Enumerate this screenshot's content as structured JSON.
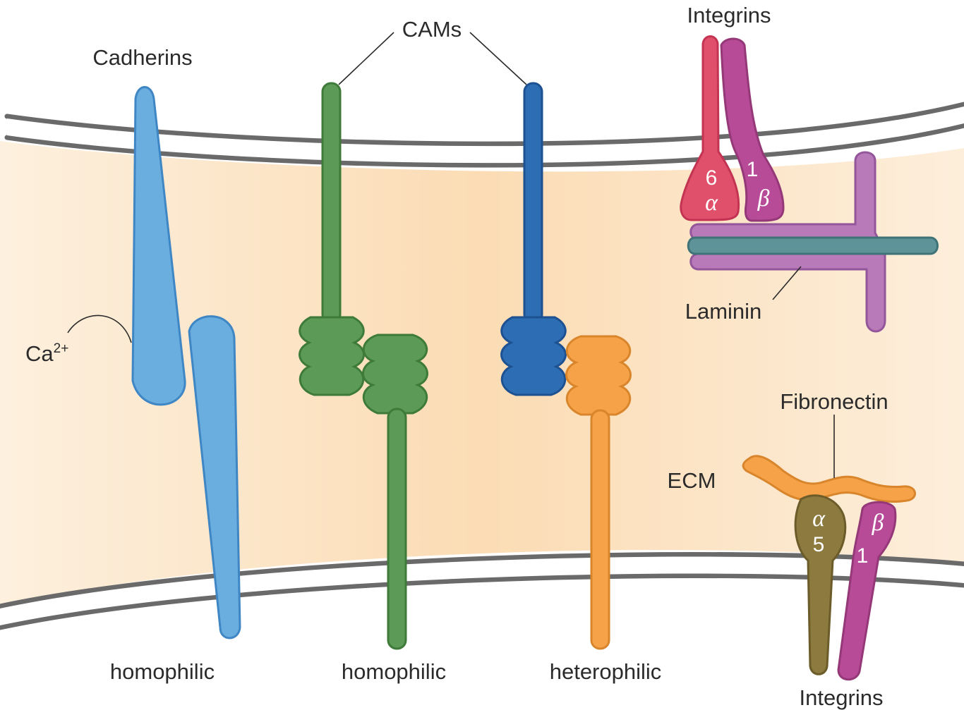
{
  "labels": {
    "cadherins": "Cadherins",
    "cams": "CAMs",
    "integrins_top": "Integrins",
    "integrins_bottom": "Integrins",
    "calcium": "Ca",
    "calcium_charge": "2+",
    "laminin": "Laminin",
    "fibronectin": "Fibronectin",
    "ecm": "ECM",
    "homophilic_1": "homophilic",
    "homophilic_2": "homophilic",
    "heterophilic": "heterophilic"
  },
  "integrin_top": {
    "alpha_number": "6",
    "alpha_symbol": "α",
    "beta_number": "1",
    "beta_symbol": "β"
  },
  "integrin_bottom": {
    "alpha_number": "5",
    "alpha_symbol": "α",
    "beta_number": "1",
    "beta_symbol": "β"
  },
  "colors": {
    "membrane": "#6a6a6a",
    "extracellular_space": "#fbdfb8",
    "cadherin": "#6aaedf",
    "cam_green": "#5c9a57",
    "cam_blue": "#2c6db4",
    "cam_orange": "#f6a248",
    "integrin_alpha6": "#e0506a",
    "integrin_beta1": "#b74b98",
    "laminin_arm": "#b87ab8",
    "laminin_core": "#5d9399",
    "fibronectin": "#f6a248",
    "integrin_alpha5": "#8c7a3e"
  }
}
